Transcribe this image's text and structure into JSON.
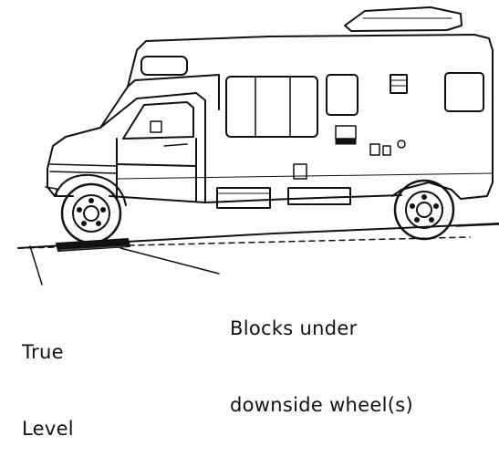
{
  "labels": {
    "blocks_line1": "Blocks under",
    "blocks_line2": "downside wheel(s)",
    "level_line1": "True",
    "level_line2": "Level"
  },
  "colors": {
    "ink": "#111111",
    "background": "#ffffff"
  }
}
